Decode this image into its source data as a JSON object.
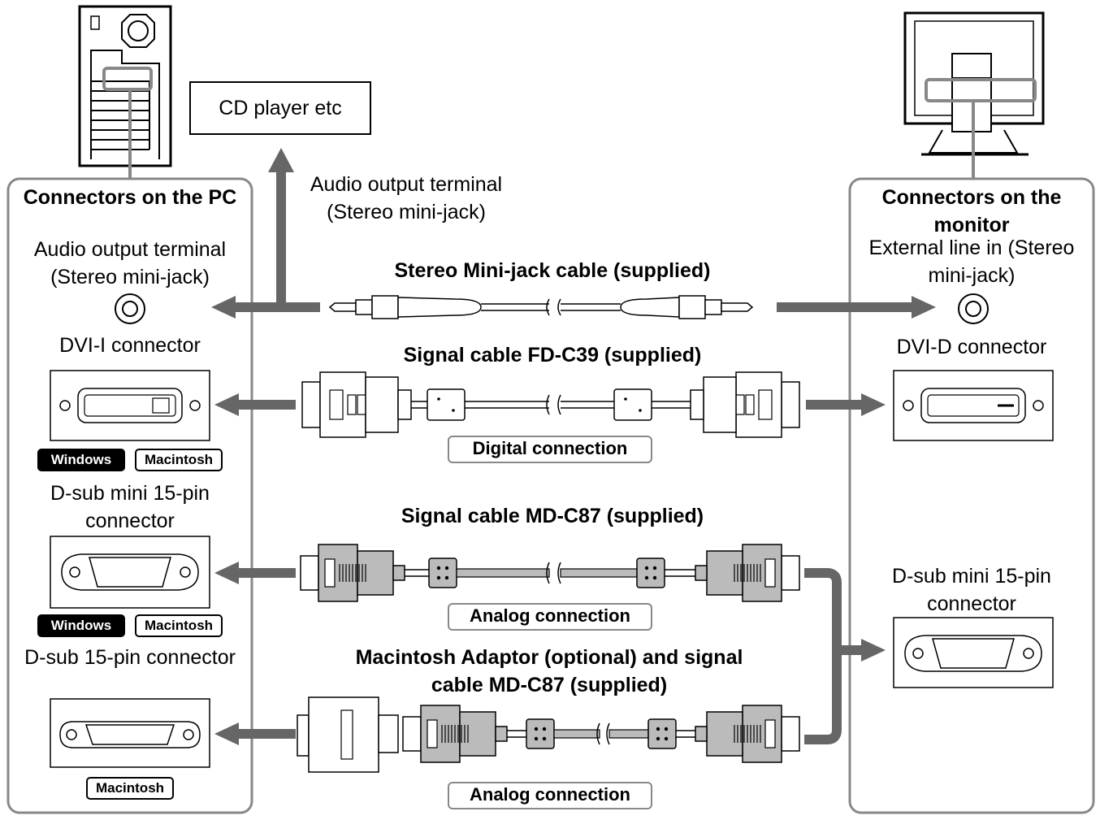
{
  "pc": {
    "title": "Connectors on the PC",
    "audio_label": "Audio output terminal (Stereo mini-jack)",
    "dvi_label": "DVI-I connector",
    "dsub_mini_label": "D-sub mini 15-pin connector",
    "dsub_label": "D-sub 15-pin connector"
  },
  "monitor": {
    "title": "Connectors on the monitor",
    "line_in_label": "External line in (Stereo mini-jack)",
    "dvi_label": "DVI-D connector",
    "dsub_mini_label": "D-sub mini 15-pin connector"
  },
  "cd_player": "CD player etc",
  "cd_audio_label": "Audio output terminal (Stereo mini-jack)",
  "cables": {
    "stereo": "Stereo Mini-jack cable (supplied)",
    "fd_c39": "Signal cable FD-C39 (supplied)",
    "md_c87": "Signal cable MD-C87 (supplied)",
    "mac_adaptor": "Macintosh Adaptor (optional) and signal cable MD-C87 (supplied)"
  },
  "connection_types": {
    "digital": "Digital connection",
    "analog_1": "Analog connection",
    "analog_2": "Analog connection"
  },
  "badges": {
    "windows": "Windows",
    "macintosh": "Macintosh"
  }
}
